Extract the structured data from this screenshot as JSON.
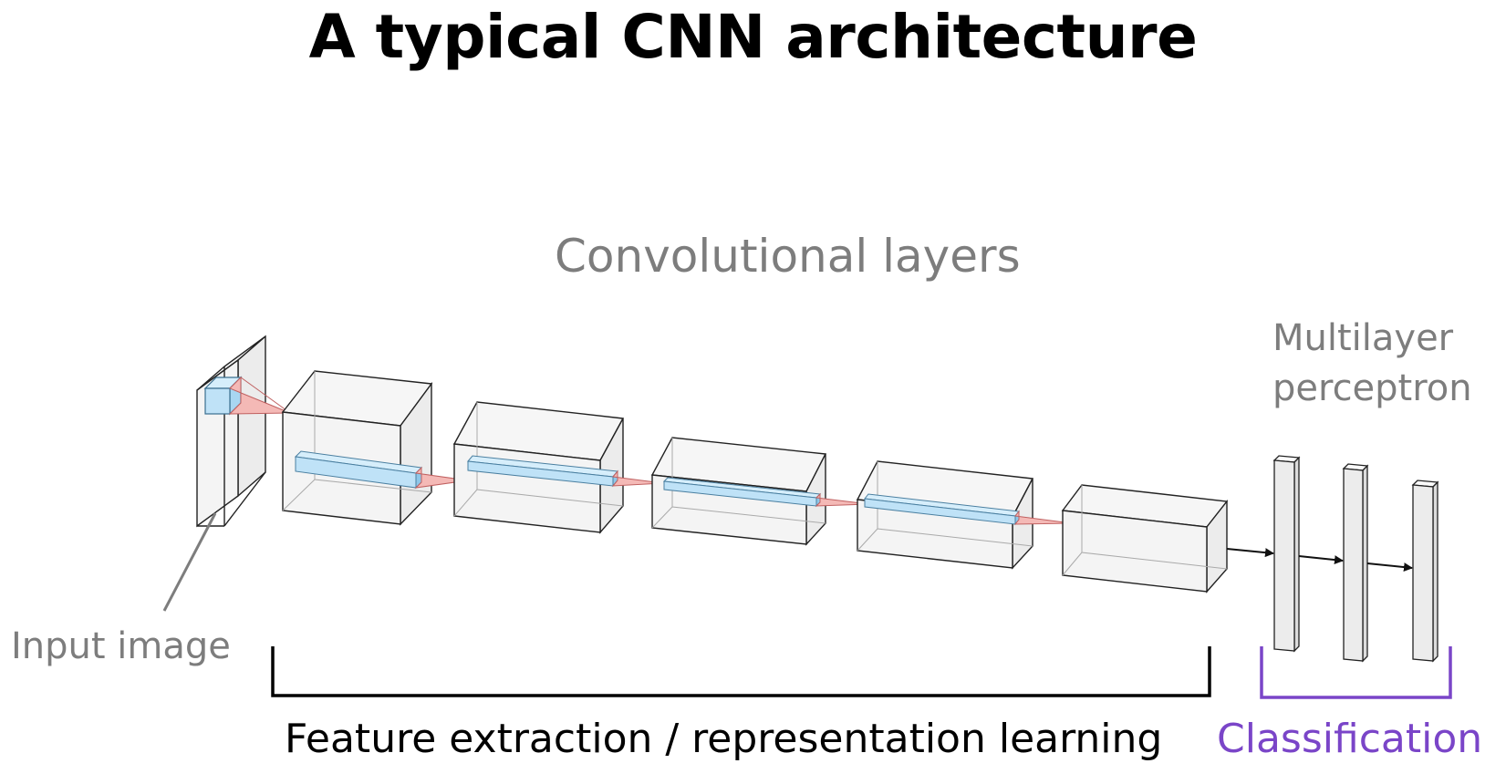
{
  "title": "A typical CNN architecture",
  "labels": {
    "convolutional_layers": "Convolutional layers",
    "multilayer_perceptron_line1": "Multilayer",
    "multilayer_perceptron_line2": "perceptron",
    "input_image": "Input image",
    "feature_extraction": "Feature extraction / representation learning",
    "classification": "Classification"
  },
  "colors": {
    "title": "#000000",
    "gray_text": "#7d7d7d",
    "classification": "#7a45c8",
    "box_fill": "#f2f2f2",
    "filter_blue": "#bfe2f7",
    "cone_red": "#f4b9b6"
  }
}
